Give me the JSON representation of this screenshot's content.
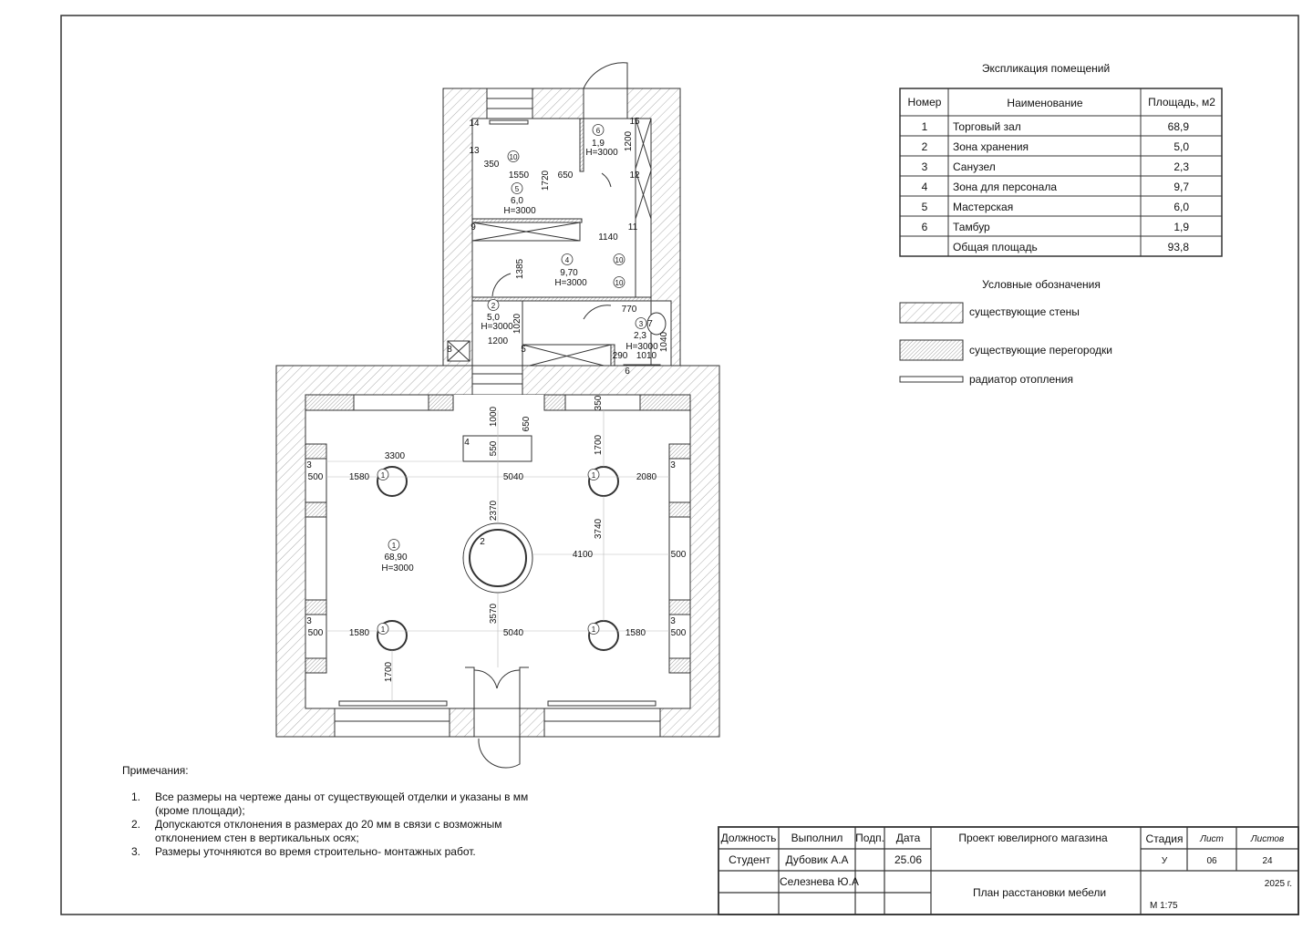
{
  "explication": {
    "title": "Экспликация помещений",
    "headers": [
      "Номер",
      "Наименование",
      "Площадь, м2"
    ],
    "rows": [
      {
        "num": "1",
        "name": "Торговый зал",
        "area": "68,9"
      },
      {
        "num": "2",
        "name": "Зона хранения",
        "area": "5,0"
      },
      {
        "num": "3",
        "name": "Санузел",
        "area": "2,3"
      },
      {
        "num": "4",
        "name": "Зона для персонала",
        "area": "9,7"
      },
      {
        "num": "5",
        "name": "Мастерская",
        "area": "6,0"
      },
      {
        "num": "6",
        "name": "Тамбур",
        "area": "1,9"
      },
      {
        "num": "",
        "name": "Общая площадь",
        "area": "93,8"
      }
    ]
  },
  "legend": {
    "title": "Условные обозначения",
    "items": [
      "существующие стены",
      "существующие перегородки",
      "радиатор отопления"
    ]
  },
  "notes": {
    "title": "Примечания:",
    "items": [
      {
        "num": "1.",
        "text": "Все размеры на чертеже даны от существующей отделки и указаны в мм (кроме площади);"
      },
      {
        "num": "2.",
        "text": "Допускаются отклонения в размерах до 20 мм в связи с возможным отклонением стен в вертикальных осях;"
      },
      {
        "num": "3.",
        "text": "Размеры уточняются во время строительно- монтажных работ."
      }
    ]
  },
  "title_block": {
    "h_position": "Должность",
    "h_done": "Выполнил",
    "h_sign": "Подп.",
    "h_date": "Дата",
    "position": "Студент",
    "author": "Дубовик А.А",
    "date": "25.06",
    "checker": "Селезнева Ю.А",
    "project": "Проект ювелирного магазина",
    "sheet_title": "План расстановки мебели",
    "h_stage": "Стадия",
    "h_sheet": "Лист",
    "h_sheets": "Листов",
    "stage": "У",
    "sheet": "06",
    "sheets": "24",
    "year": "2025 г.",
    "scale": "М 1:75"
  },
  "plan": {
    "labels": [
      "14",
      "13",
      "15",
      "12",
      "11",
      "9",
      "8",
      "5",
      "6",
      "10",
      "10",
      "10",
      "6",
      "1,9",
      "H=3000",
      "1200",
      "350",
      "1550",
      "1720",
      "650",
      "5",
      "6,0",
      "H=3000",
      "1140",
      "1385",
      "4",
      "9,70",
      "H=3000",
      "2",
      "5,0",
      "H=3000",
      "1020",
      "1200",
      "770",
      "3",
      "7",
      "2,3",
      "H=3000",
      "1040",
      "290",
      "1010",
      "1000",
      "650",
      "350",
      "4",
      "550",
      "1700",
      "3300",
      "3",
      "500",
      "1580",
      "1",
      "5040",
      "1",
      "2080",
      "3",
      "2370",
      "3740",
      "1",
      "68,90",
      "H=3000",
      "2",
      "4100",
      "500",
      "3570",
      "3",
      "500",
      "1580",
      "1",
      "5040",
      "1",
      "1580",
      "3",
      "500",
      "1700"
    ]
  }
}
